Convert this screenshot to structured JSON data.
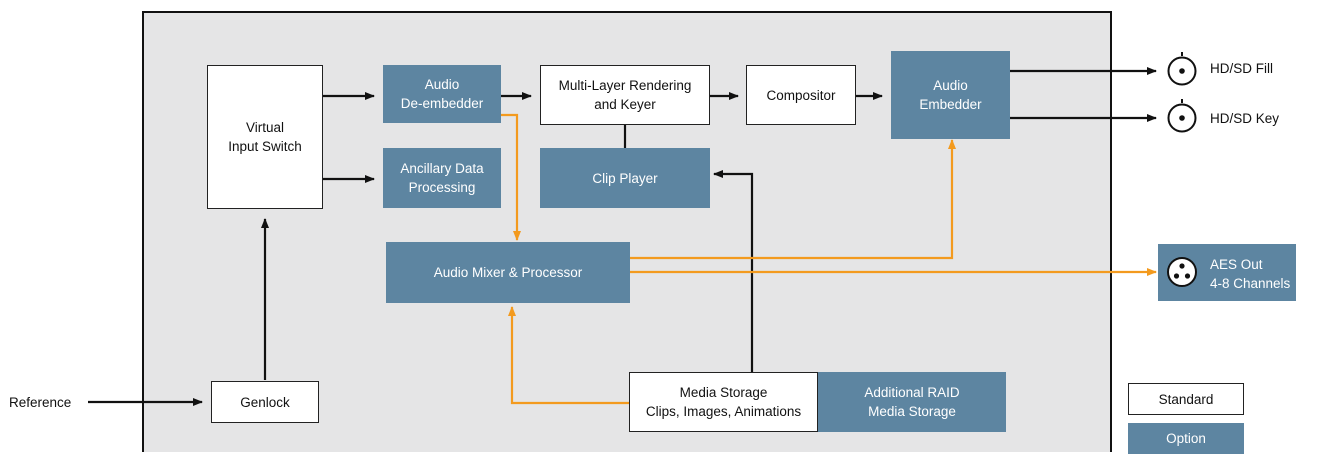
{
  "colors": {
    "panel_bg": "#e5e5e6",
    "option_fill": "#5d85a1",
    "standard_fill": "#ffffff",
    "video_line": "#111111",
    "audio_line": "#f39a1e"
  },
  "blocks": {
    "virtual_input_switch": "Virtual\nInput Switch",
    "audio_deembedder": "Audio\nDe-embedder",
    "ancillary_data": "Ancillary Data\nProcessing",
    "multilayer_rendering": "Multi-Layer Rendering\nand Keyer",
    "clip_player": "Clip Player",
    "compositor": "Compositor",
    "audio_embedder": "Audio\nEmbedder",
    "audio_mixer": "Audio Mixer & Processor",
    "genlock": "Genlock",
    "media_storage": "Media Storage\nClips, Images, Animations",
    "additional_raid": "Additional RAID\nMedia Storage"
  },
  "io": {
    "reference": "Reference",
    "hd_sd_fill": "HD/SD Fill",
    "hd_sd_key": "HD/SD Key",
    "aes_out": "AES Out\n4-8 Channels"
  },
  "legend": {
    "standard": "Standard",
    "option": "Option"
  },
  "connector_icons": [
    "bnc-connector-icon",
    "bnc-connector-icon",
    "xlr-connector-icon"
  ]
}
